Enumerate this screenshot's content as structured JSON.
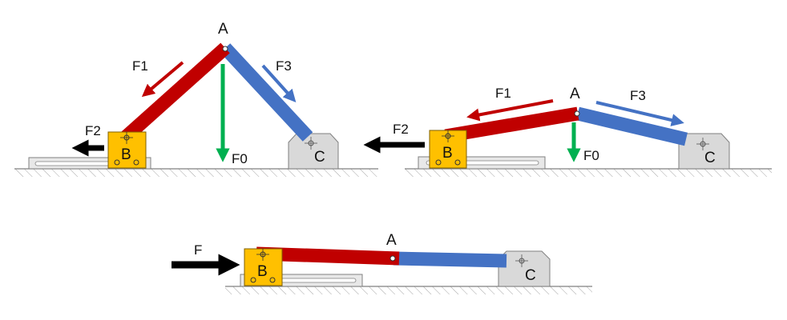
{
  "colors": {
    "red_link": "#c00000",
    "blue_link": "#4472c4",
    "green_force": "#00b050",
    "black_force": "#000000",
    "slider_yellow": "#ffc000",
    "support_gray": "#d9d9d9",
    "ground_hatch": "#a6a6a6"
  },
  "diagrams": [
    {
      "joint_label": "A",
      "slider_label": "B",
      "support_label": "C",
      "forces": {
        "f0": "F0",
        "f1": "F1",
        "f2": "F2",
        "f3": "F3"
      }
    },
    {
      "joint_label": "A",
      "slider_label": "B",
      "support_label": "C",
      "forces": {
        "f0": "F0",
        "f1": "F1",
        "f2": "F2",
        "f3": "F3"
      }
    },
    {
      "joint_label": "A",
      "slider_label": "B",
      "support_label": "C",
      "forces": {
        "f": "F"
      }
    }
  ]
}
